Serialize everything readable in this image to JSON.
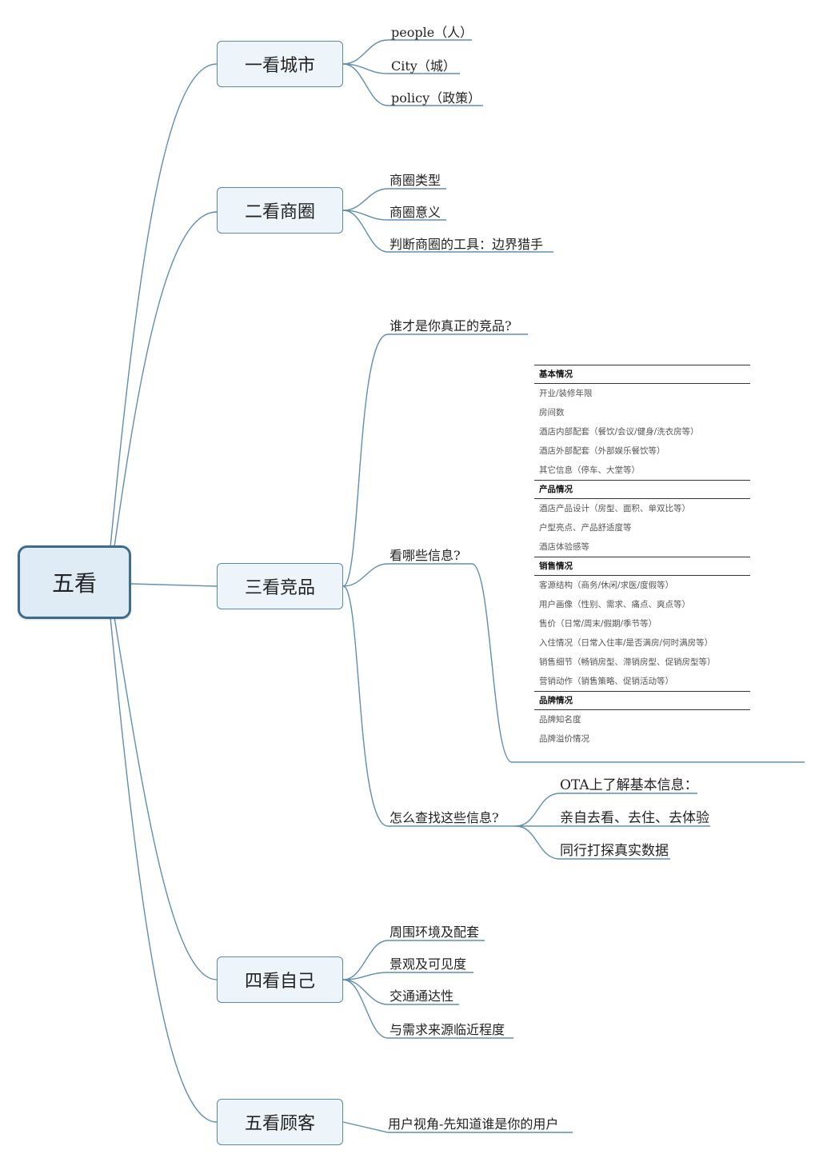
{
  "root": {
    "label": "五看"
  },
  "branches": [
    {
      "label": "一看城市",
      "children": [
        "people（人）",
        "City（城）",
        "policy（政策）"
      ]
    },
    {
      "label": "二看商圈",
      "children": [
        "商圈类型",
        "商圈意义",
        "判断商圈的工具：边界猎手"
      ]
    },
    {
      "label": "三看竞品",
      "children": [
        "谁才是你真正的竞品?",
        "看哪些信息?",
        "怎么查找这些信息?"
      ]
    },
    {
      "label": "四看自己",
      "children": [
        "周围环境及配套",
        "景观及可见度",
        "交通通达性",
        "与需求来源临近程度"
      ]
    },
    {
      "label": "五看顾客",
      "children": [
        "用户视角-先知道谁是你的用户"
      ]
    }
  ],
  "find_info": [
    "OTA上了解基本信息：",
    "亲自去看、去住、去体验",
    "同行打探真实数据"
  ],
  "info_table": [
    {
      "header": "基本情况",
      "rows": [
        "开业/装修年限",
        "房间数",
        "酒店内部配套（餐饮/会议/健身/洗衣房等）",
        "酒店外部配套（外部娱乐餐饮等）",
        "其它信息（停车、大堂等）"
      ]
    },
    {
      "header": "产品情况",
      "rows": [
        "酒店产品设计（房型、面积、单双比等）",
        "户型亮点、产品舒适度等",
        "酒店体验感等"
      ]
    },
    {
      "header": "销售情况",
      "rows": [
        "客源结构（商务/休闲/求医/度假等）",
        "用户画像（性别、需求、痛点、爽点等）",
        "售价（日常/周末/假期/季节等）",
        "入住情况（日常入住率/是否满房/何时满房等）",
        "销售细节（畅销房型、滞销房型、促销房型等）",
        "营销动作（销售策略、促销活动等）"
      ]
    },
    {
      "header": "品牌情况",
      "rows": [
        "品牌知名度",
        "品牌溢价情况"
      ]
    }
  ]
}
